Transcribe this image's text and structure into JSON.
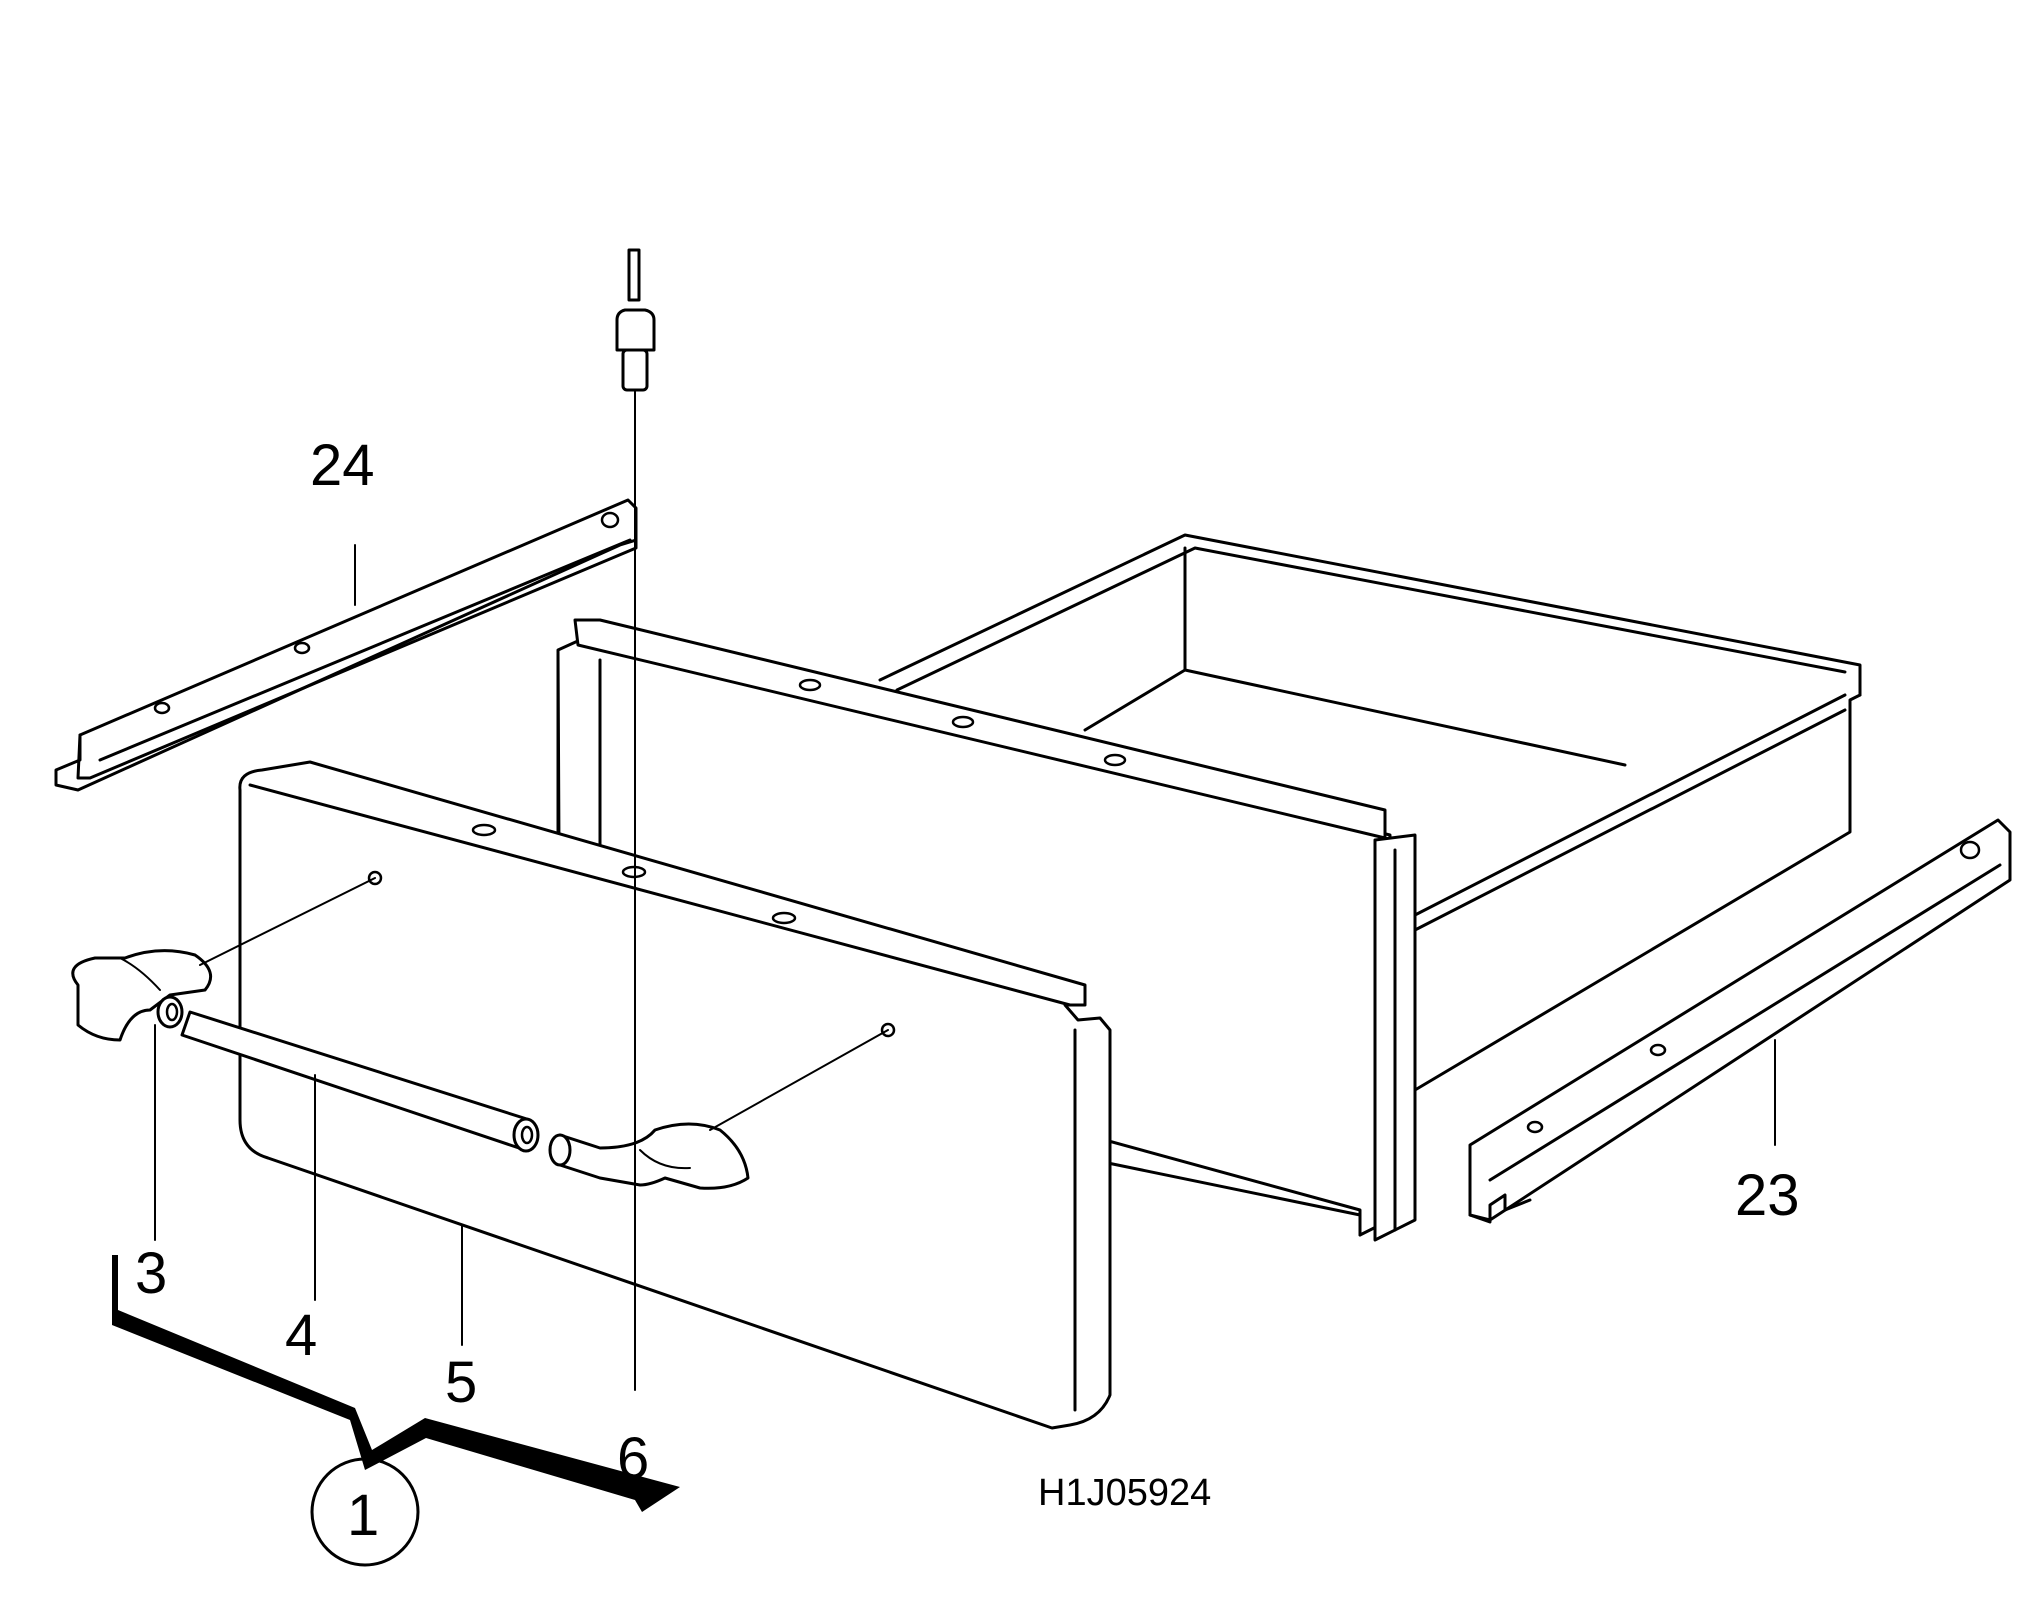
{
  "callouts": {
    "c1": "1",
    "c3": "3",
    "c4": "4",
    "c5": "5",
    "c6": "6",
    "c23": "23",
    "c24": "24"
  },
  "reference_code": "H1J05924"
}
